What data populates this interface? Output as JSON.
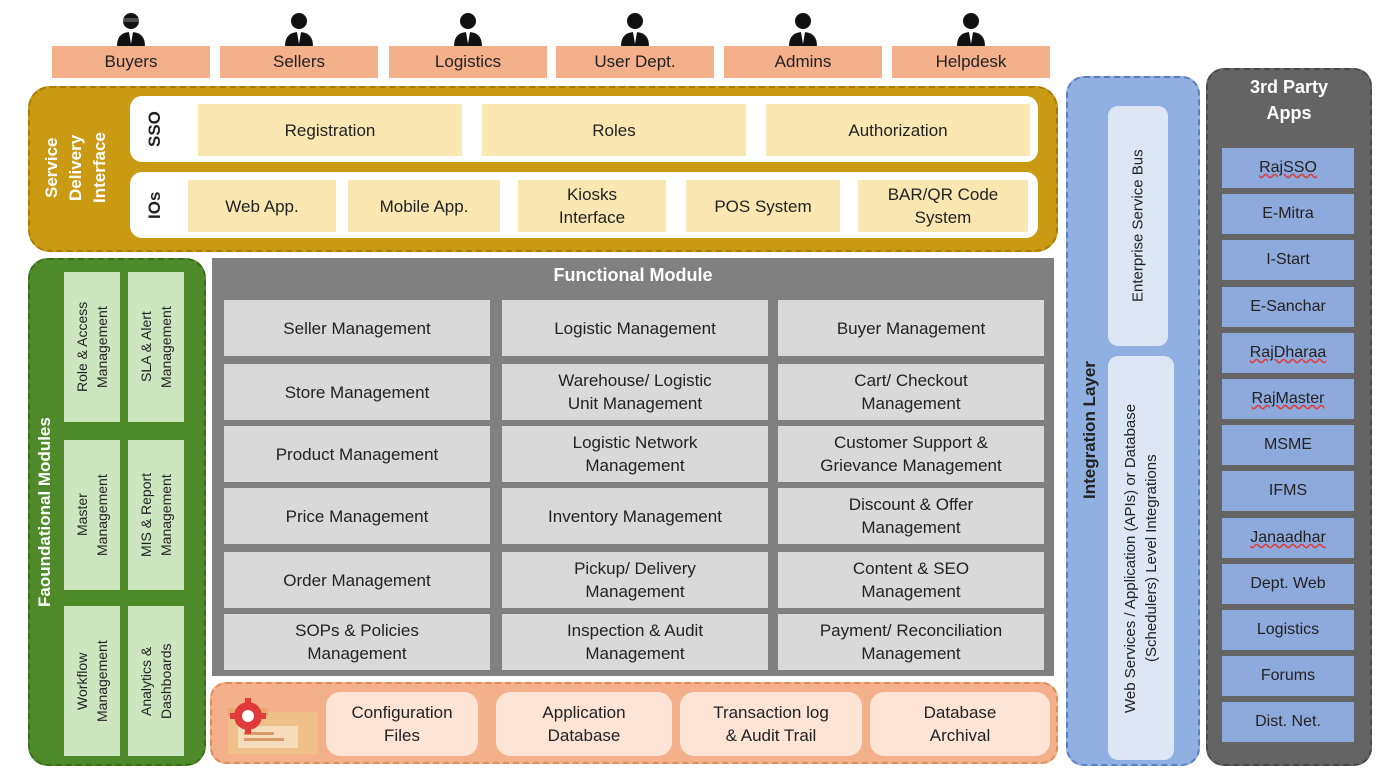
{
  "users": [
    "Buyers",
    "Sellers",
    "Logistics",
    "User Dept.",
    "Admins",
    "Helpdesk"
  ],
  "service_delivery": {
    "title": "Service\nDelivery\nInterface",
    "sso": {
      "label": "SSO",
      "items": [
        "Registration",
        "Roles",
        "Authorization"
      ]
    },
    "ios": {
      "label": "IOs",
      "items": [
        "Web App.",
        "Mobile App.",
        "Kiosks\nInterface",
        "POS System",
        "BAR/QR Code\nSystem"
      ]
    }
  },
  "foundational": {
    "title": "Faoundational Modules",
    "items": [
      "Role & Access\nManagement",
      "SLA & Alert\nManagement",
      "Master\nManagement",
      "MIS & Report\nManagement",
      "Workflow\nManagement",
      "Analytics &\nDashboards"
    ]
  },
  "functional": {
    "title": "Functional Module",
    "rows": [
      [
        "Seller Management",
        "Logistic Management",
        "Buyer Management"
      ],
      [
        "Store Management",
        "Warehouse/ Logistic\nUnit Management",
        "Cart/ Checkout\nManagement"
      ],
      [
        "Product Management",
        "Logistic Network\nManagement",
        "Customer Support &\nGrievance Management"
      ],
      [
        "Price Management",
        "Inventory Management",
        "Discount & Offer\nManagement"
      ],
      [
        "Order Management",
        "Pickup/ Delivery\nManagement",
        "Content & SEO\nManagement"
      ],
      [
        "SOPs & Policies\nManagement",
        "Inspection & Audit\nManagement",
        "Payment/ Reconciliation\nManagement"
      ]
    ]
  },
  "storage": [
    "Configuration\nFiles",
    "Application\nDatabase",
    "Transaction log\n& Audit Trail",
    "Database\nArchival"
  ],
  "integration": {
    "title": "Integration Layer",
    "esb": "Enterprise Service Bus",
    "services": "Web Services / Application (APIs) or Database\n(Schedulers) Level Integrations"
  },
  "third_party": {
    "title": "3rd Party\nApps",
    "apps": [
      "RajSSO",
      "E-Mitra",
      "I-Start",
      "E-Sanchar",
      "RajDharaa",
      "RajMaster",
      "MSME",
      "IFMS",
      "Janaadhar",
      "Dept. Web",
      "Logistics",
      "Forums",
      "Dist. Net."
    ]
  },
  "colors": {
    "service_delivery": "#c99a12",
    "foundational": "#4f8a2a",
    "functional": "#808080",
    "storage": "#f4b08a",
    "integration": "#8fb0e0",
    "third_party": "#646464"
  }
}
